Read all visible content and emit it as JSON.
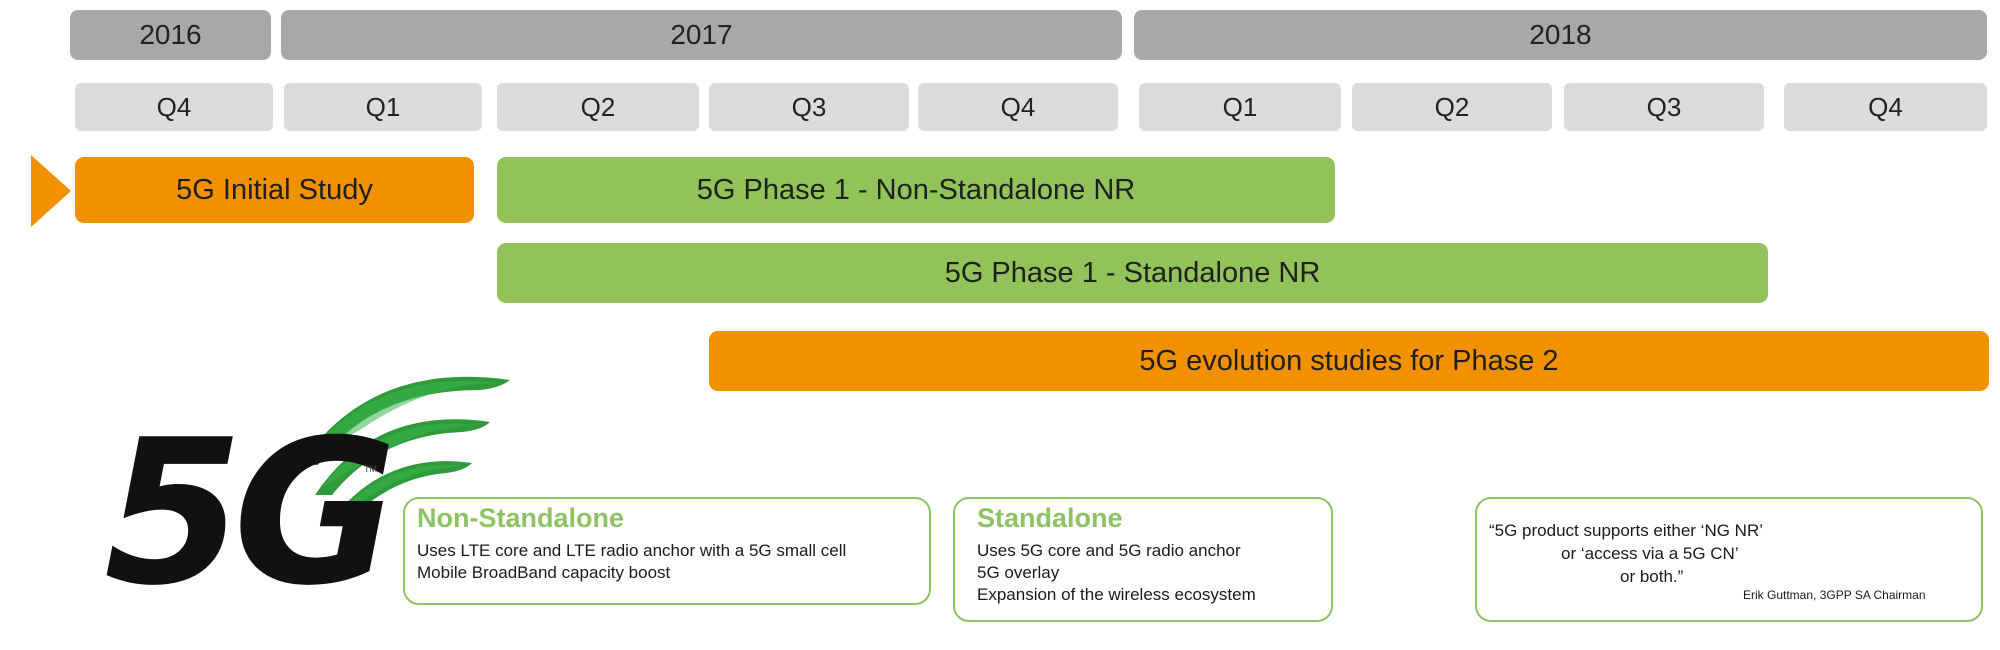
{
  "timeline": {
    "years": [
      "2016",
      "2017",
      "2018"
    ],
    "quarters": [
      "Q4",
      "Q1",
      "Q2",
      "Q3",
      "Q4",
      "Q1",
      "Q2",
      "Q3",
      "Q4"
    ]
  },
  "phases": {
    "initial_study": "5G Initial Study",
    "phase1_nsa": "5G Phase 1 - Non-Standalone NR",
    "phase1_sa": "5G Phase 1 - Standalone NR",
    "evolution": "5G evolution studies for Phase 2"
  },
  "logo": {
    "text": "5G",
    "tm": "TM"
  },
  "non_standalone": {
    "title": "Non-Standalone",
    "lines": [
      "Uses LTE core and LTE radio anchor with a 5G small cell",
      "Mobile BroadBand capacity boost"
    ]
  },
  "standalone": {
    "title": "Standalone",
    "lines": [
      "Uses 5G core and 5G radio anchor",
      "5G overlay",
      "Expansion of the wireless ecosystem"
    ]
  },
  "quote": {
    "lines": [
      "“5G product supports either ‘NG NR’",
      "or ‘access via a 5G CN’",
      "or both.”"
    ],
    "attribution": "Erik Guttman, 3GPP SA Chairman"
  },
  "colors": {
    "orange": "#f29100",
    "green": "#92c35b",
    "year_gray": "#a8a8a8",
    "quarter_gray": "#dcdcdc",
    "logo_green": "#2e9a3a"
  }
}
